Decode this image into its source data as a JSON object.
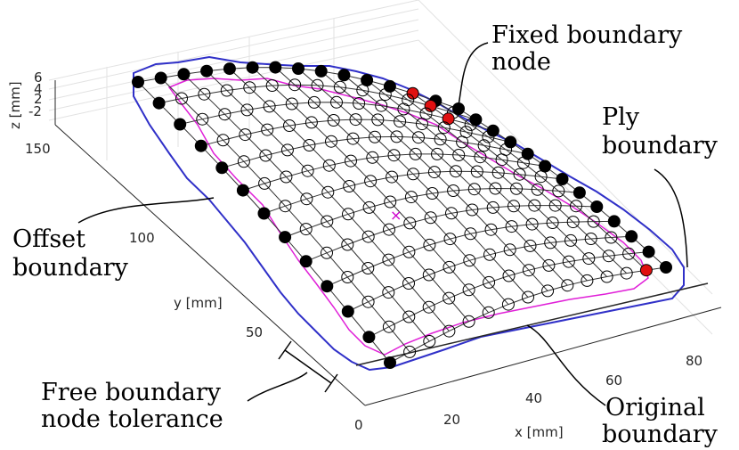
{
  "axes": {
    "x_label": "x [mm]",
    "y_label": "y [mm]",
    "z_label": "z [mm]",
    "x_ticks": [
      "0",
      "20",
      "40",
      "60",
      "80"
    ],
    "y_ticks": [
      "50",
      "100",
      "150"
    ],
    "z_ticks": [
      "6",
      "4",
      "2",
      "-2"
    ]
  },
  "annotations": {
    "fixed_boundary_node": [
      "Fixed boundary",
      "node"
    ],
    "ply_boundary": [
      "Ply",
      "boundary"
    ],
    "offset_boundary": [
      "Offset",
      "boundary"
    ],
    "free_boundary_node_tolerance": [
      "Free boundary",
      "node tolerance"
    ],
    "original_boundary": [
      "Original",
      "boundary"
    ]
  },
  "colors": {
    "offset_boundary": "#3030c8",
    "original_boundary": "#e020d8",
    "fixed_node": "#000000",
    "free_node": "#e01010",
    "mesh_line": "#333333",
    "center_marker": "#cc00cc"
  },
  "mesh": {
    "rows": 13,
    "cols": 15,
    "free_nodes": [
      [
        0,
        12
      ],
      [
        1,
        12
      ],
      [
        2,
        12
      ],
      [
        12,
        13
      ]
    ]
  }
}
